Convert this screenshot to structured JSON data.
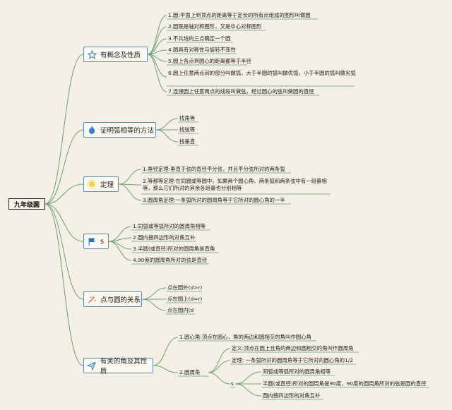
{
  "root": "九年级圆",
  "colors": {
    "line": "#6e9e78",
    "topic_border": "#5b8ab3",
    "background": "#f4f0e6"
  },
  "topics": [
    {
      "label": "有概念及性质",
      "icon": "star-icon",
      "leaves": [
        "1.圆:平面上到顶点的距离等于定长的所有点组成的图形叫做圆",
        "2.圆既是轴对称图形，又是中心对称图形",
        "3.不共线的三点确定一个圆",
        "4.圆具有对称性与旋转不变性",
        "5.圆上各点到圆心的距离都等于半径",
        "6.圆上任意两点间的部分叫做弧，大于半圆的弧叫做优弧，小于半圆的弧叫做劣弧",
        "7.连接圆上任意两点的线段叫做弦，经过圆心的弦叫做圆的直径"
      ]
    },
    {
      "label": "证明弧相等的方法",
      "icon": "flame-icon",
      "leaves": [
        "找角等",
        "找弦等",
        "找垂直"
      ]
    },
    {
      "label": "定理",
      "icon": "sun-icon",
      "leaves": [
        "1.垂径定理:垂直于弦的直径平分弦，并且平分弦所对的两条弧",
        "2.等都等定理:在同圆或等圆中，如果两个圆心角、两条弧和两条弦中有一组量相等，那么它们所对的其余各组量也分别相等",
        "3.圆周角定理:一条弧所对的圆周角等于它所对的圆心角的一半"
      ]
    },
    {
      "label": "s",
      "icon": "flag-icon",
      "leaves": [
        "1.同弧或等弧所对的圆周角相等",
        "2.圆内接四边形的对角互补",
        "3.半圆(或直径)所对的圆周角是直角",
        "4.90度的圆周角所对的弦是直径"
      ]
    },
    {
      "label": "点与圆的关系",
      "icon": "sparkle-icon",
      "leaves": [
        "点在圆外(d>r)",
        "点在圆上(d=r)",
        "点在圆内(d"
      ]
    },
    {
      "label": "有关的角及其性质",
      "icon": "paper-plane-icon",
      "leaves": [
        "1.圆心角:顶点在圆心，角的两边和圆相交的角叫作圆心角",
        "2.圆周角"
      ],
      "central_angle": {
        "children": [
          "定义:顶点在圆上且角的两边和圆相交的角叫作圆周角",
          "定理: 一条弧所对的圆周角等于它所对的圆心角的1/2",
          "s"
        ],
        "s_children": [
          "同弧或等弧所对的圆周角相等",
          "半圆(或直径)所对的圆周角是90度，90度的圆周角所对的弦是圆的直径",
          "圆内接四边形的对角互补"
        ]
      }
    }
  ]
}
